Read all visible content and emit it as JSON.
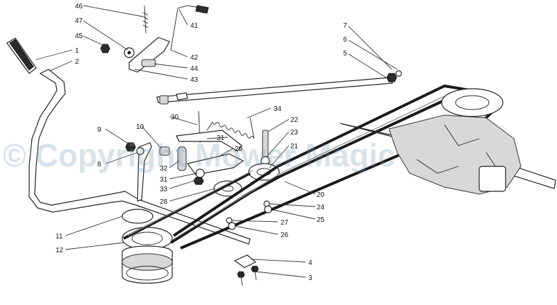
{
  "watermark": "© Copyright Mower Magic",
  "callouts": [
    "46",
    "47",
    "45",
    "41",
    "42",
    "44",
    "43",
    "1",
    "2",
    "7",
    "6",
    "5",
    "34",
    "30",
    "22",
    "23",
    "21",
    "31",
    "9",
    "10",
    "8",
    "29",
    "32",
    "31",
    "33",
    "28",
    "20",
    "24",
    "25",
    "27",
    "26",
    "11",
    "12",
    "4",
    "3"
  ]
}
